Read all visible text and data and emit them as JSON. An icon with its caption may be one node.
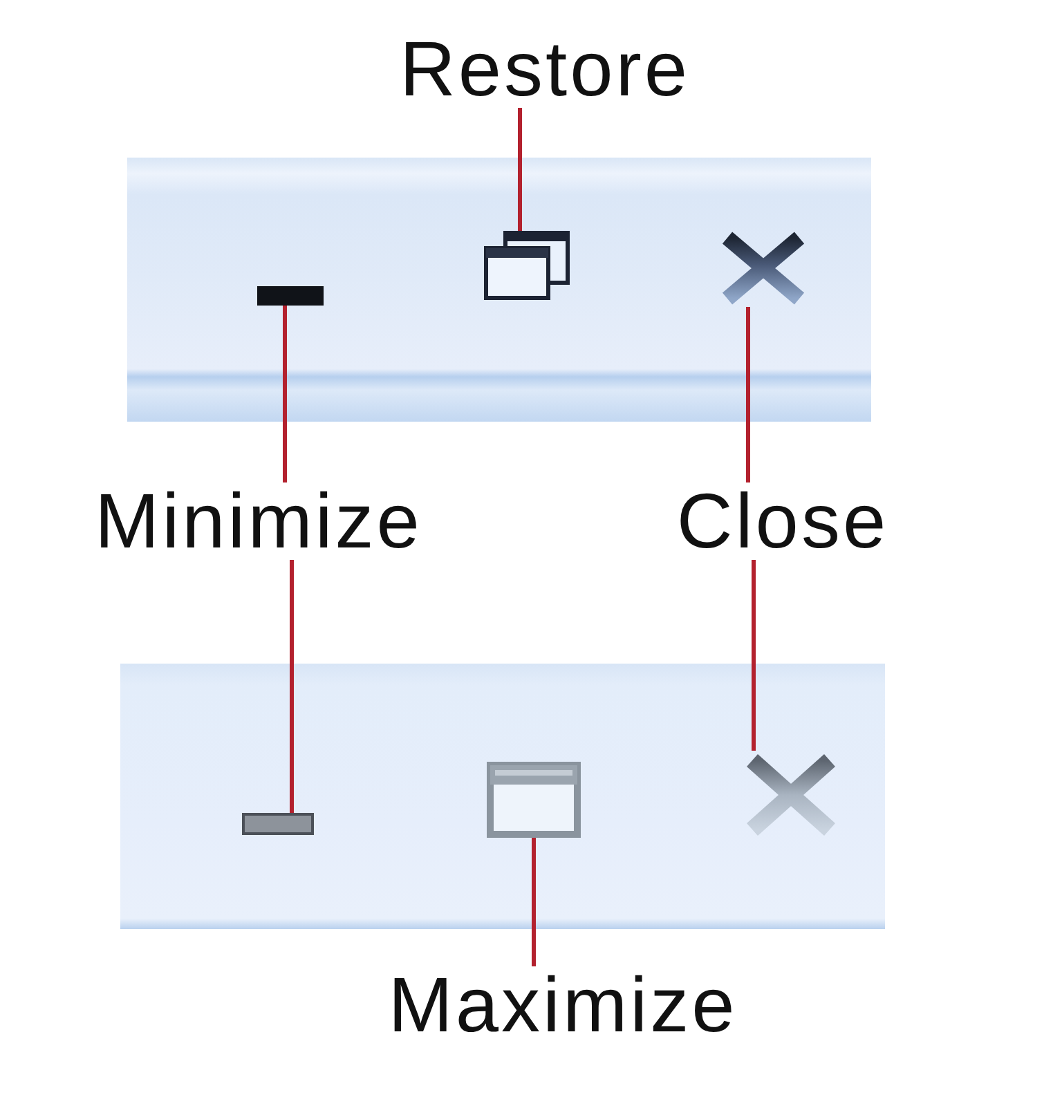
{
  "diagram": {
    "nodes": [
      {
        "text": [
          "Restore"
        ]
      },
      {
        "text": [],
        "shape": "bar"
      },
      {
        "text": [],
        "shape": "picture"
      },
      {
        "text": [],
        "shape": "picture"
      },
      {
        "text": [
          "Minimize"
        ]
      },
      {
        "text": [
          "Close"
        ]
      },
      {
        "text": [],
        "shape": "bar"
      },
      {
        "text": [],
        "shape": "picture"
      },
      {
        "text": [],
        "shape": "picture"
      },
      {
        "text": [
          "Maximize"
        ]
      }
    ],
    "edges": [
      {
        "from": 0,
        "to": 2,
        "arrow": "none"
      },
      {
        "from": 4,
        "to": 1,
        "arrow": "none"
      },
      {
        "from": 5,
        "to": 3,
        "arrow": "none"
      },
      {
        "from": 4,
        "to": 6,
        "arrow": "none"
      },
      {
        "from": 5,
        "to": 8,
        "arrow": "none"
      },
      {
        "from": 9,
        "to": 7,
        "arrow": "none"
      }
    ]
  }
}
